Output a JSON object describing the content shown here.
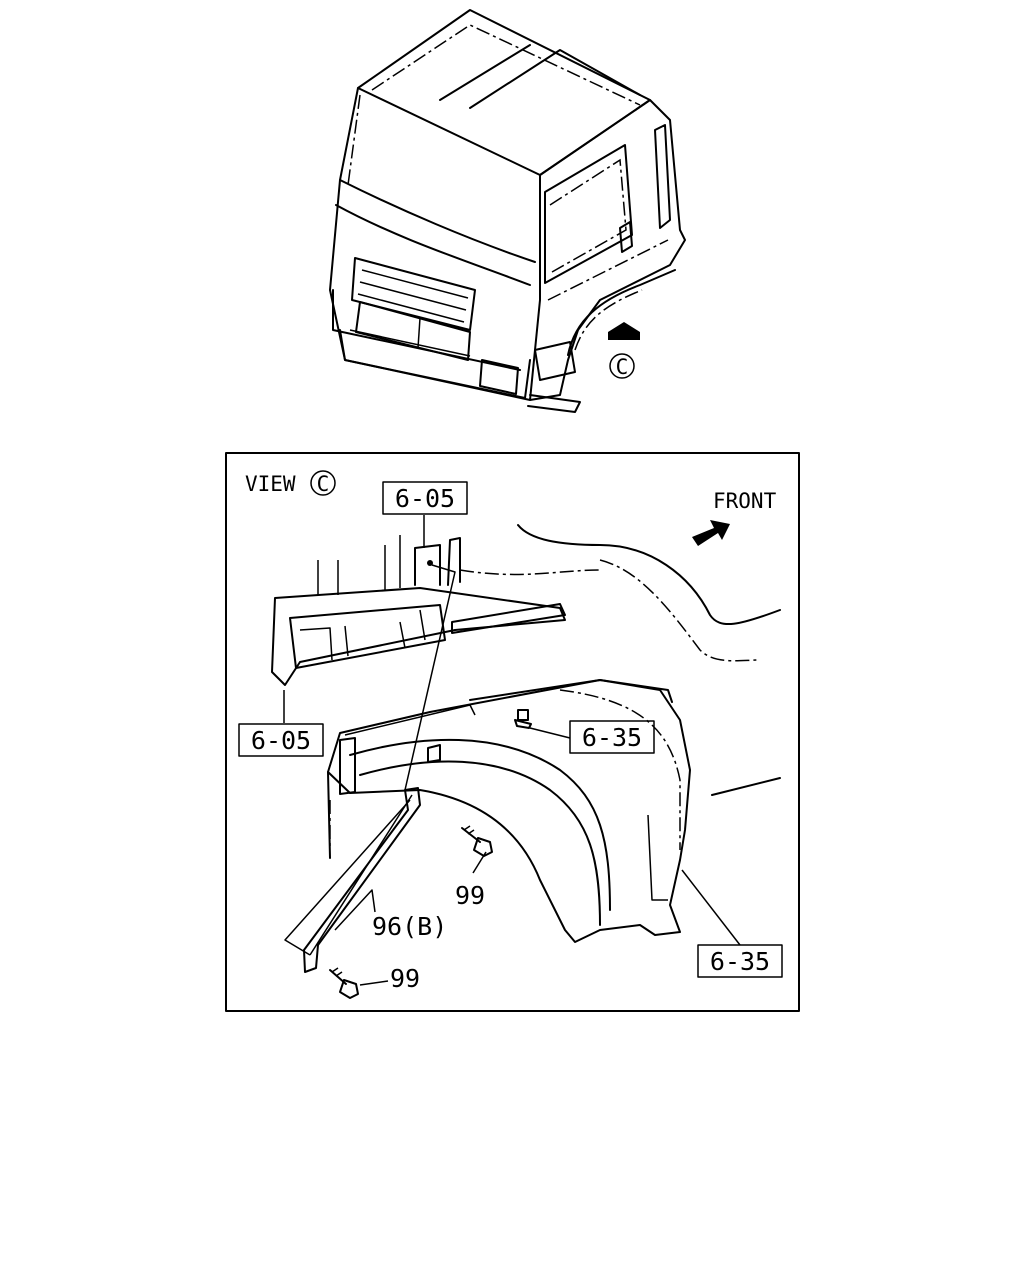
{
  "view": {
    "title": "VIEW",
    "marker": "C"
  },
  "orientation": {
    "front_label": "FRONT"
  },
  "callouts": {
    "ref_605_top": "6-05",
    "ref_605_left": "6-05",
    "ref_635_mid": "6-35",
    "ref_635_bottom": "6-35",
    "part_96b": "96(B)",
    "part_99_upper": "99",
    "part_99_lower": "99"
  },
  "cab_view_marker": "C"
}
